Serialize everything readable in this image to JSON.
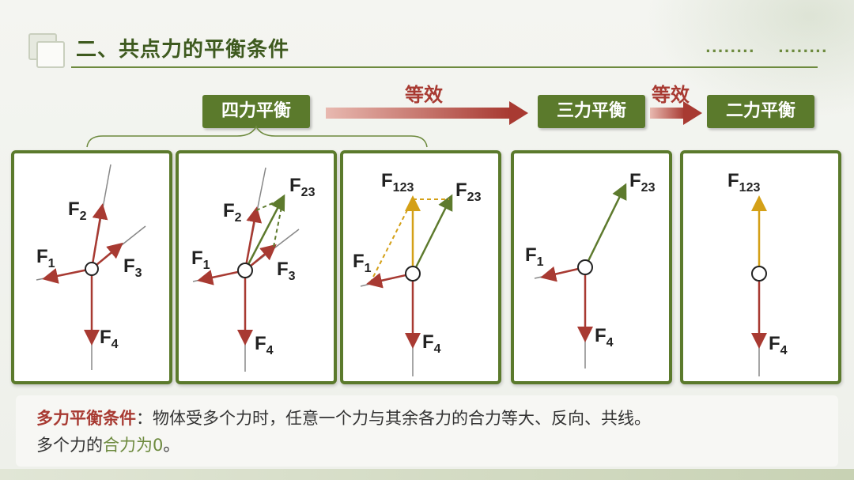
{
  "header": {
    "title": "二、共点力的平衡条件",
    "dots_left": "........",
    "dots_right": "........"
  },
  "flow": {
    "four": "四力平衡",
    "three": "三力平衡",
    "two": "二力平衡",
    "equiv1": "等效",
    "equiv2": "等效"
  },
  "labels": {
    "F1": "F",
    "F2": "F",
    "F3": "F",
    "F4": "F",
    "s1": "1",
    "s2": "2",
    "s3": "3",
    "s4": "4",
    "s23": "23",
    "s123": "123"
  },
  "colors": {
    "green": "#5b7a2c",
    "red": "#a83a32",
    "gold": "#d4a017",
    "darkgreen": "#5d7a2d"
  },
  "condition": {
    "term": "多力平衡条件",
    "colon": "：",
    "body": "物体受多个力时，任意一个力与其余各力的合力等大、反向、共线。",
    "line2_prefix": "多个力的",
    "line2_green": "合力为0",
    "line2_suffix": "。"
  }
}
